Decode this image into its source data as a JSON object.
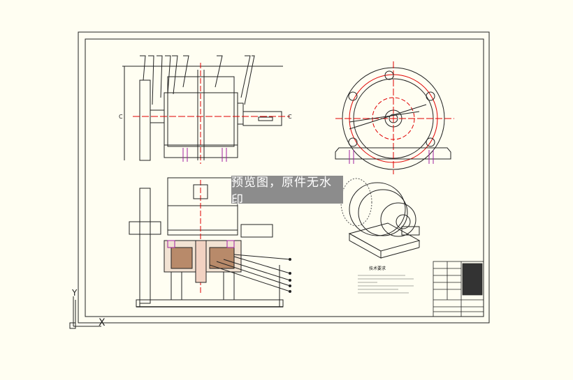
{
  "watermark": "预览图，原件无水印",
  "tech_requirements_title": "技术要求",
  "title_block_name": "",
  "ucs": {
    "x_label": "X",
    "y_label": "Y"
  },
  "colors": {
    "paper": "#fffef2",
    "line": "#111111",
    "center": "#e00000",
    "hidden": "#a020a0",
    "watermark_bg": "#8c8c8c"
  }
}
